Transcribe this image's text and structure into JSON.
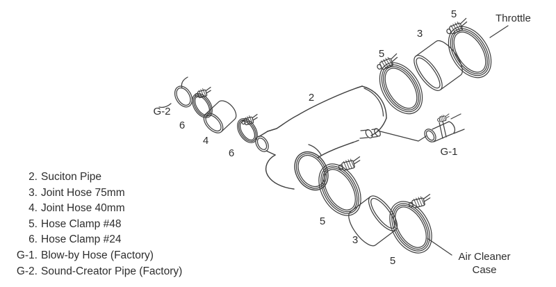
{
  "figure": {
    "title_hint": "exploded parts diagram of suction pipe / intake hose kit",
    "callouts": [
      {
        "id": "five-top-mid",
        "text": "5"
      },
      {
        "id": "three-top",
        "text": "3"
      },
      {
        "id": "five-top-right",
        "text": "5"
      },
      {
        "id": "throttle",
        "text": "Throttle"
      },
      {
        "id": "two",
        "text": "2"
      },
      {
        "id": "g1",
        "text": "G-1"
      },
      {
        "id": "g2",
        "text": "G-2"
      },
      {
        "id": "six-left",
        "text": "6"
      },
      {
        "id": "four",
        "text": "4"
      },
      {
        "id": "six-right",
        "text": "6"
      },
      {
        "id": "five-bottom-left",
        "text": "5"
      },
      {
        "id": "three-bottom",
        "text": "3"
      },
      {
        "id": "five-bottom-right",
        "text": "5"
      },
      {
        "id": "air-cleaner-line1",
        "text": "Air Cleaner"
      },
      {
        "id": "air-cleaner-line2",
        "text": "Case"
      }
    ],
    "legend": {
      "items": [
        {
          "num": "2.",
          "text": "Suciton Pipe"
        },
        {
          "num": "3.",
          "text": "Joint Hose 75mm"
        },
        {
          "num": "4.",
          "text": "Joint Hose 40mm"
        },
        {
          "num": "5.",
          "text": "Hose Clamp #48"
        },
        {
          "num": "6.",
          "text": "Hose Clamp #24"
        },
        {
          "num": "G-1.",
          "text": "Blow-by Hose (Factory)"
        },
        {
          "num": "G-2.",
          "text": "Sound-Creator Pipe (Factory)"
        }
      ]
    },
    "colors": {
      "line": "#3f3f3f",
      "text": "#2d2d2d",
      "background": "#ffffff"
    }
  }
}
